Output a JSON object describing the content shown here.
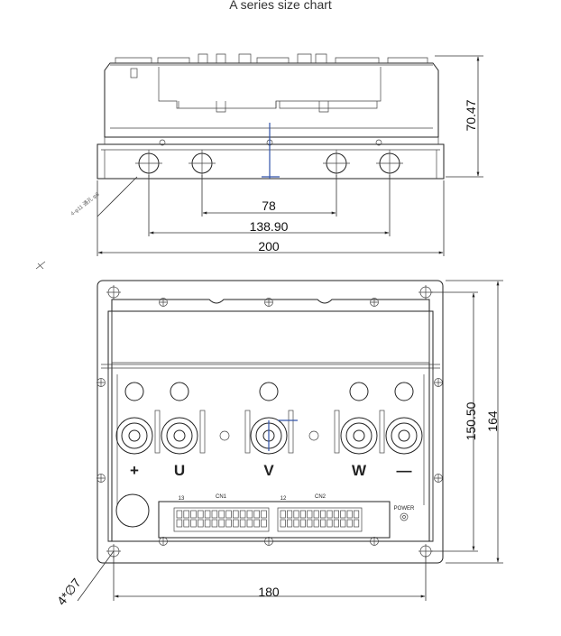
{
  "title": "A series size chart",
  "side_view": {
    "dim_78": "78",
    "dim_138_90": "138.90",
    "dim_200": "200",
    "dim_70_47": "70.47",
    "faded_note": "4-φ11 通孔 φ8"
  },
  "top_view": {
    "dim_150_50": "150.50",
    "dim_164": "164",
    "dim_180": "180",
    "hole_callout": "4*∅7",
    "terminal_plus": "+",
    "terminal_u": "U",
    "terminal_v": "V",
    "terminal_w": "W",
    "terminal_minus": "—",
    "cn1_label": "CN1",
    "cn2_label": "CN2",
    "cn1_pin": "13",
    "cn2_pin": "12",
    "power_label": "POWER"
  }
}
